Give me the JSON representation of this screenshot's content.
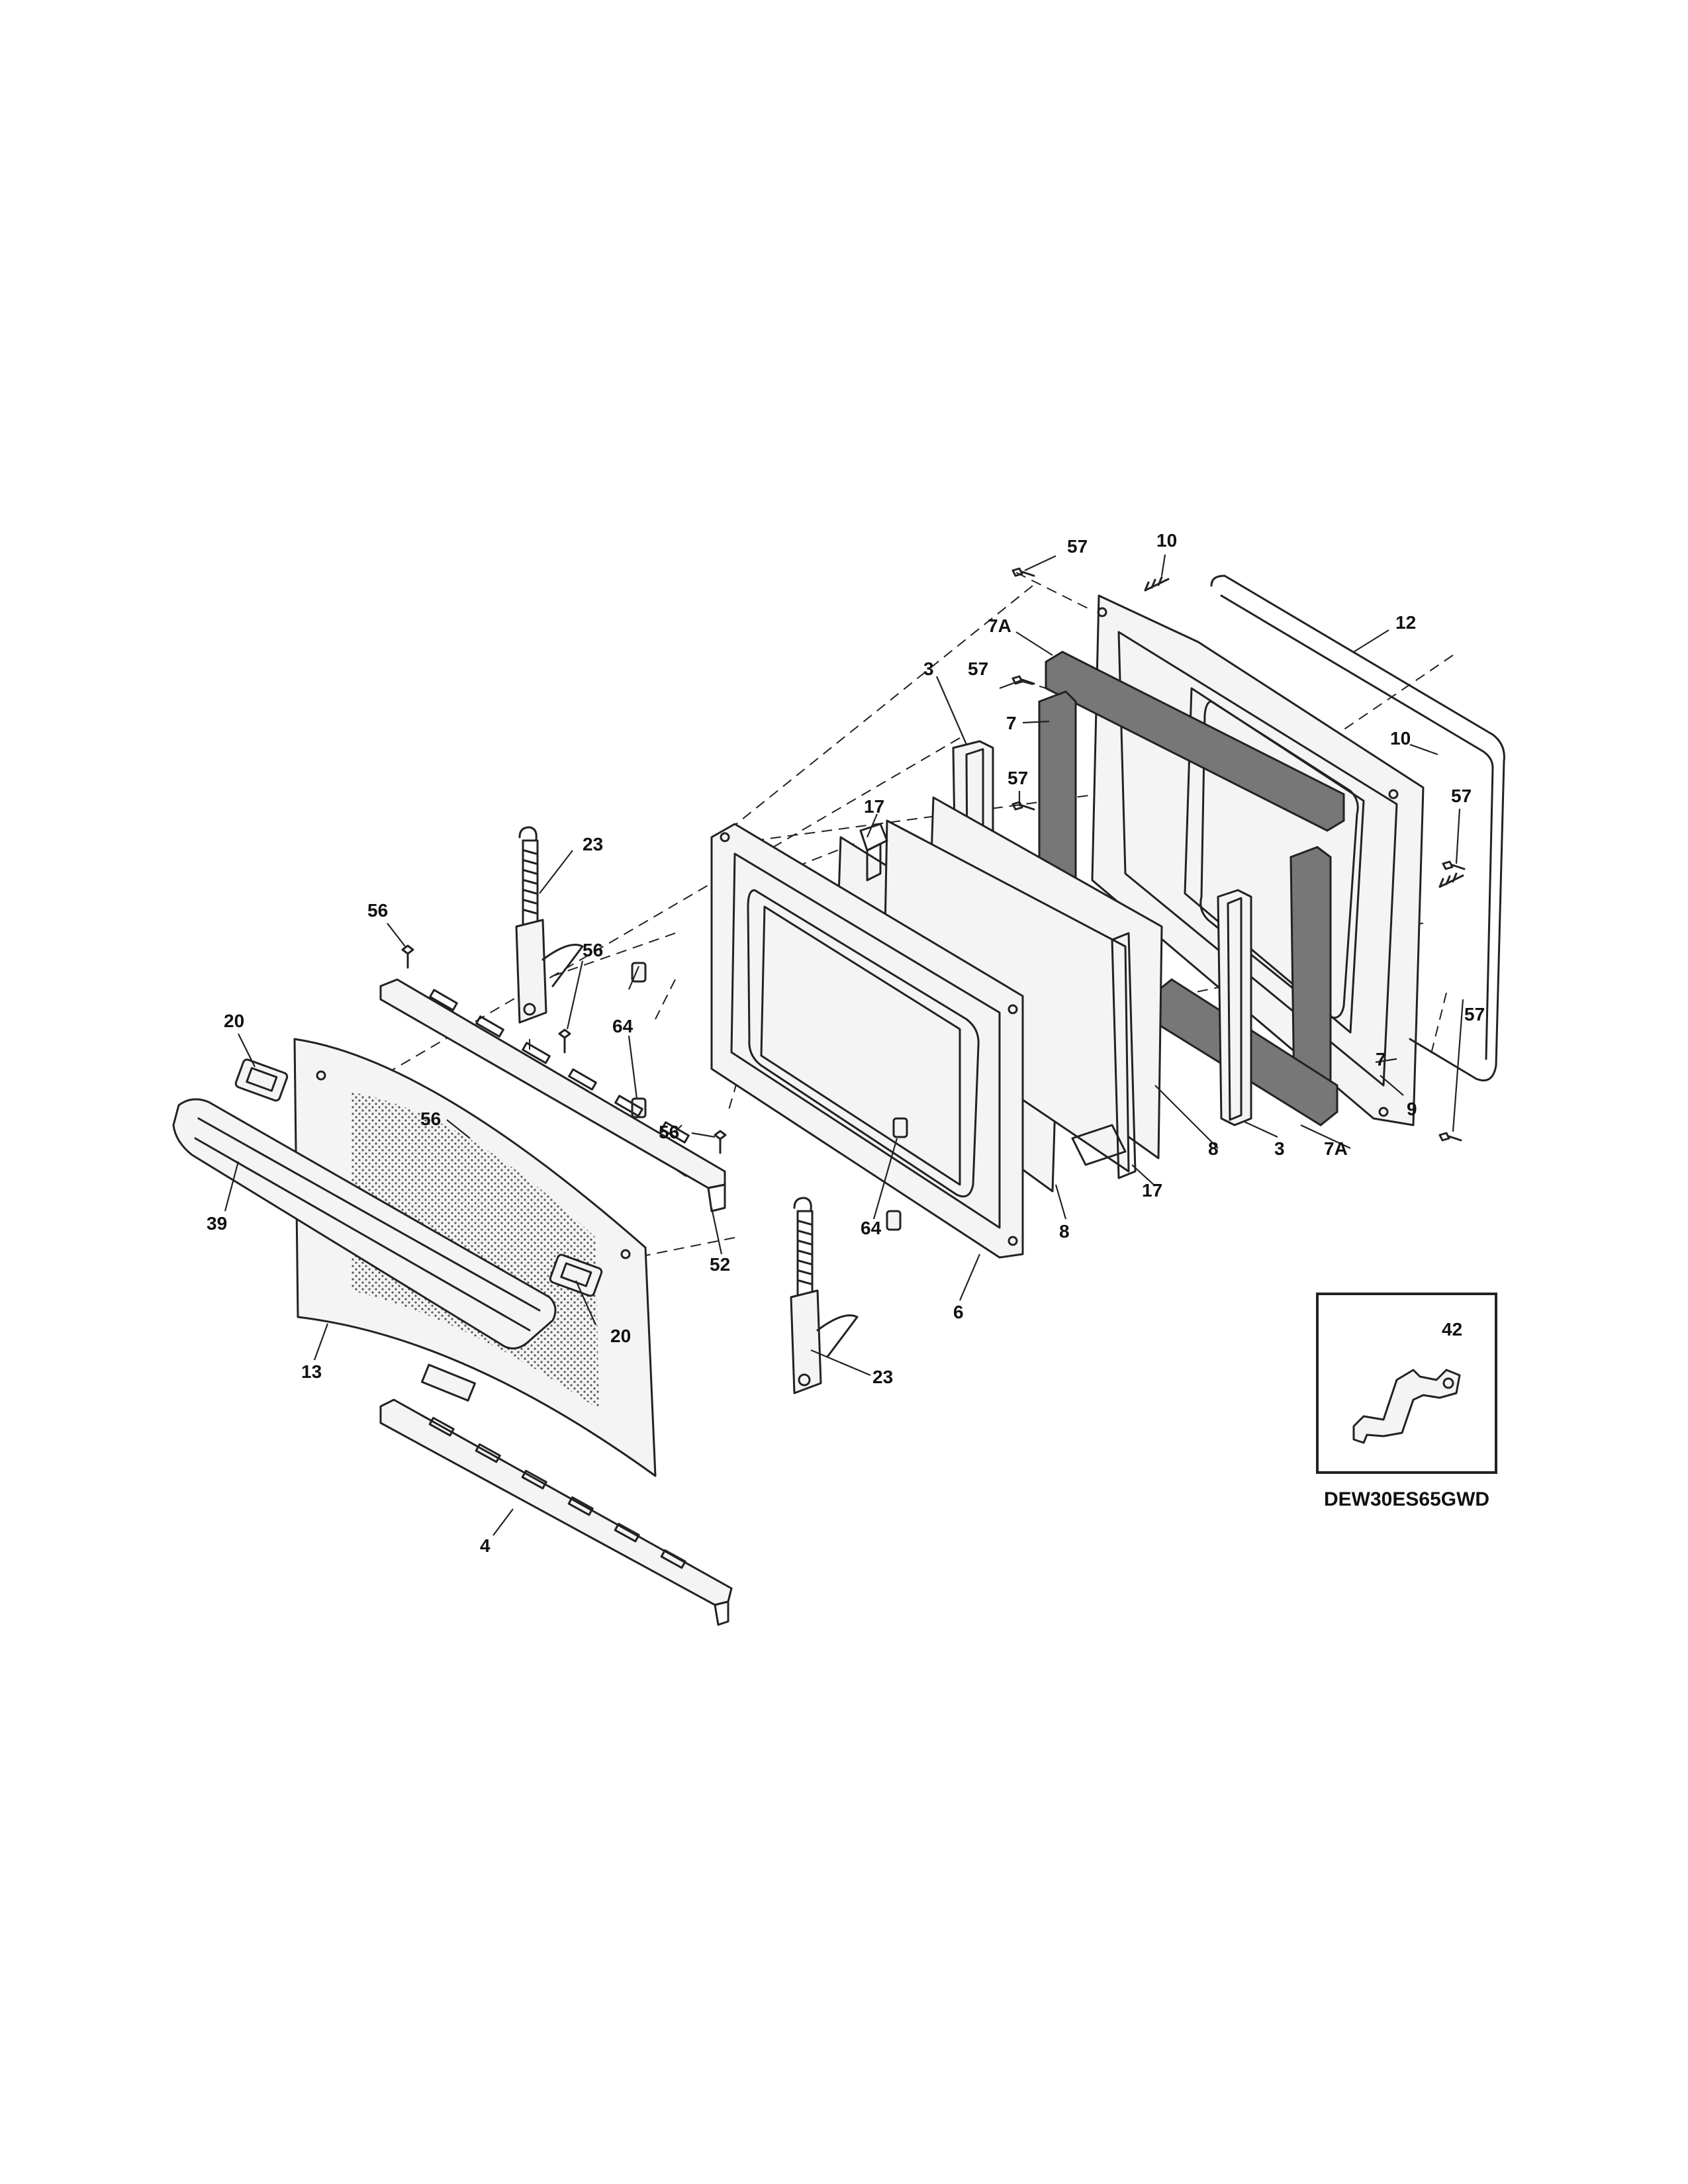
{
  "model_number": "DEW30ES65GWD",
  "inset": {
    "label": "42"
  },
  "callouts": {
    "c57a": "57",
    "c10a": "10",
    "c12": "12",
    "c7Aa": "7A",
    "c57b": "57",
    "c3a": "3",
    "c7a": "7",
    "c57c": "57",
    "c10b": "10",
    "c57d": "57",
    "c17a": "17",
    "c23a": "23",
    "c56a": "56",
    "c56b": "56",
    "c64a": "64",
    "c20a": "20",
    "c56c": "56",
    "c56d": "56",
    "c57e": "57",
    "c7b": "7",
    "c9": "9",
    "c7Ab": "7A",
    "c3b": "3",
    "c8a": "8",
    "c17b": "17",
    "c8b": "8",
    "c39": "39",
    "c52": "52",
    "c64b": "64",
    "c20b": "20",
    "c6": "6",
    "c13": "13",
    "c23b": "23",
    "c4": "4"
  }
}
